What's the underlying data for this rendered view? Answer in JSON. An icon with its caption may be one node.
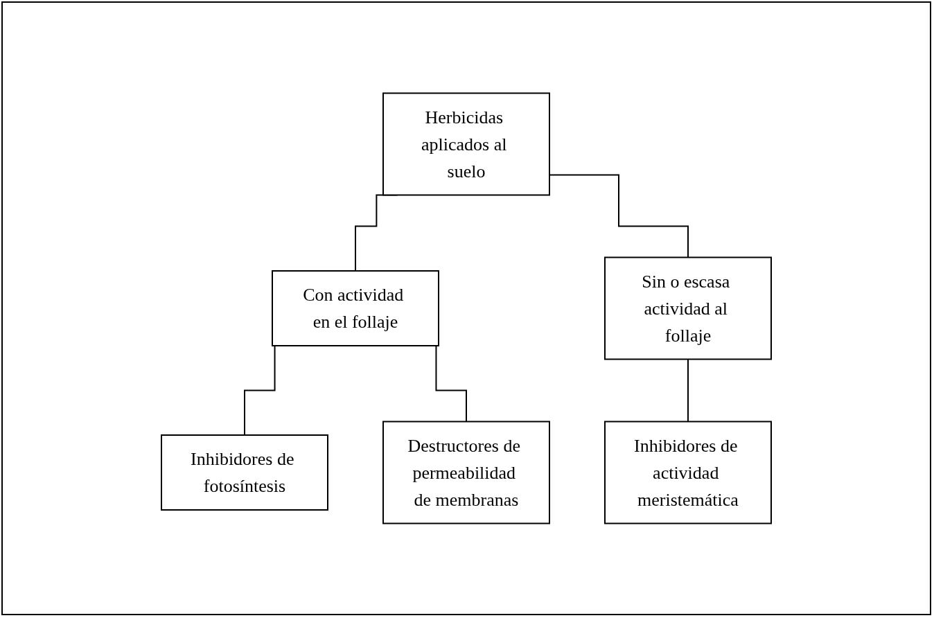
{
  "diagram": {
    "nodes": [
      {
        "text": [
          "Herbicidas aplicados al suelo"
        ]
      },
      {
        "text": [
          "Con actividad en el follaje"
        ]
      },
      {
        "text": [
          "Sin o escasa actividad al follaje"
        ]
      },
      {
        "text": [
          "Inhibidores de fotosíntesis"
        ]
      },
      {
        "text": [
          "Destructores de permeabilidad de membranas"
        ]
      },
      {
        "text": [
          "Inhibidores de actividad meristemática"
        ]
      }
    ],
    "edges": [
      {
        "from": 0,
        "to": 1,
        "arrow": "none"
      },
      {
        "from": 0,
        "to": 2,
        "arrow": "none"
      },
      {
        "from": 1,
        "to": 3,
        "arrow": "none"
      },
      {
        "from": 1,
        "to": 4,
        "arrow": "none"
      },
      {
        "from": 2,
        "to": 5,
        "arrow": "none"
      }
    ]
  }
}
